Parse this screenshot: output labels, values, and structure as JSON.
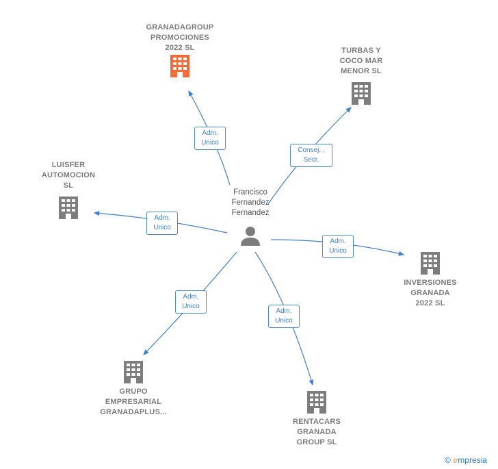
{
  "person": {
    "name": "Francisco\nFernandez\nFernandez"
  },
  "colors": {
    "highlight_company": "#f26b3a",
    "company": "#7d7d7d",
    "edge": "#3f7fcf"
  },
  "companies": [
    {
      "name": "GRANADAGROUP\nPROMOCIONES\n2022  SL",
      "highlight": true
    },
    {
      "name": "TURBAS Y\nCOCO MAR\nMENOR SL",
      "highlight": false
    },
    {
      "name": "LUISFER\nAUTOMOCION\nSL",
      "highlight": false
    },
    {
      "name": "INVERSIONES\nGRANADA\n2022  SL",
      "highlight": false
    },
    {
      "name": "GRUPO\nEMPRESARIAL\nGRANADAPLUS...",
      "highlight": false
    },
    {
      "name": "RENTACARS\nGRANADA\nGROUP  SL",
      "highlight": false
    }
  ],
  "relations": [
    {
      "label": "Adm.\nUnico"
    },
    {
      "label": "Consej. ,\nSecr."
    },
    {
      "label": "Adm.\nUnico"
    },
    {
      "label": "Adm.\nUnico"
    },
    {
      "label": "Adm.\nUnico"
    },
    {
      "label": "Adm.\nUnico"
    }
  ],
  "brand": {
    "copyright": "©",
    "e": "e",
    "rest": "mpresia"
  }
}
